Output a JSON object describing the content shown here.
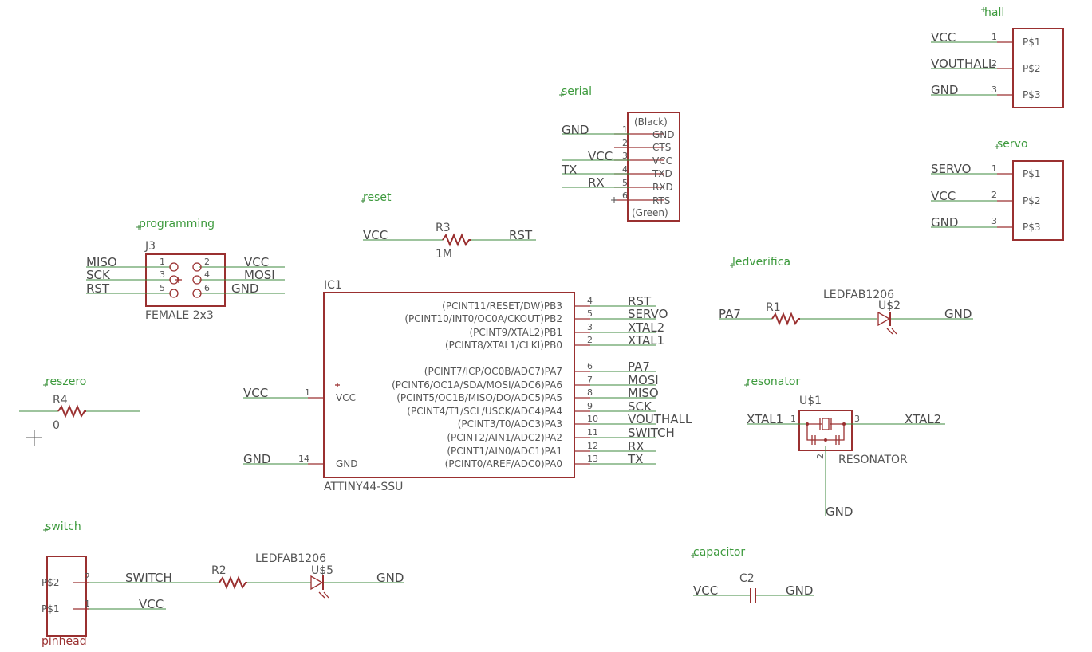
{
  "schematic": {
    "groups": {
      "hall": "hall",
      "serial": "serial",
      "servo": "servo",
      "reset": "reset",
      "programming": "programming",
      "ledverifica": "ledverifica",
      "reszero": "reszero",
      "resonator": "resonator",
      "switch": "switch",
      "capacitor": "capacitor"
    },
    "hall": {
      "nets": [
        "VCC",
        "VOUTHALL",
        "GND"
      ],
      "pin_numbers": [
        "1",
        "2",
        "3"
      ],
      "pins": [
        "P$1",
        "P$2",
        "P$3"
      ]
    },
    "servo": {
      "nets": [
        "SERVO",
        "VCC",
        "GND"
      ],
      "pin_numbers": [
        "1",
        "2",
        "3"
      ],
      "pins": [
        "P$1",
        "P$2",
        "P$3"
      ]
    },
    "serial": {
      "top_label": "(Black)",
      "bottom_label": "(Green)",
      "pins": [
        "GND",
        "CTS",
        "VCC",
        "TXD",
        "RXD",
        "RTS"
      ],
      "pin_numbers": [
        "1",
        "2",
        "3",
        "4",
        "5",
        "6"
      ],
      "nets": [
        "GND",
        "VCC",
        "TX",
        "RX"
      ]
    },
    "reset": {
      "net_left": "VCC",
      "net_right": "RST",
      "ref": "R3",
      "value": "1M"
    },
    "programming": {
      "ref": "J3",
      "value": "FEMALE 2x3",
      "left_nets": [
        "MISO",
        "SCK",
        "RST"
      ],
      "right_nets": [
        "VCC",
        "MOSI",
        "GND"
      ],
      "left_pins": [
        "1",
        "3",
        "5"
      ],
      "right_pins": [
        "2",
        "4",
        "6"
      ]
    },
    "ic1": {
      "ref": "IC1",
      "value": "ATTINY44-SSU",
      "vcc_label": "VCC",
      "gnd_label": "GND",
      "vcc_net": "VCC",
      "gnd_net": "GND",
      "vcc_pin": "1",
      "gnd_pin": "14",
      "right_pins": [
        {
          "name": "(PCINT11/RESET/DW)PB3",
          "num": "4",
          "net": "RST"
        },
        {
          "name": "(PCINT10/INT0/OC0A/CKOUT)PB2",
          "num": "5",
          "net": "SERVO"
        },
        {
          "name": "(PCINT9/XTAL2)PB1",
          "num": "3",
          "net": "XTAL2"
        },
        {
          "name": "(PCINT8/XTAL1/CLKI)PB0",
          "num": "2",
          "net": "XTAL1"
        },
        {
          "name": "(PCINT7/ICP/OC0B/ADC7)PA7",
          "num": "6",
          "net": "PA7"
        },
        {
          "name": "(PCINT6/OC1A/SDA/MOSI/ADC6)PA6",
          "num": "7",
          "net": "MOSI"
        },
        {
          "name": "(PCINT5/OC1B/MISO/DO/ADC5)PA5",
          "num": "8",
          "net": "MISO"
        },
        {
          "name": "(PCINT4/T1/SCL/USCK/ADC4)PA4",
          "num": "9",
          "net": "SCK"
        },
        {
          "name": "(PCINT3/T0/ADC3)PA3",
          "num": "10",
          "net": "VOUTHALL"
        },
        {
          "name": "(PCINT2/AIN1/ADC2)PA2",
          "num": "11",
          "net": "SWITCH"
        },
        {
          "name": "(PCINT1/AIN0/ADC1)PA1",
          "num": "12",
          "net": "RX"
        },
        {
          "name": "(PCINT0/AREF/ADC0)PA0",
          "num": "13",
          "net": "TX"
        }
      ]
    },
    "ledverifica": {
      "net_left": "PA7",
      "net_right": "GND",
      "resistor": "R1",
      "led_value": "LEDFAB1206",
      "led_ref": "U$2"
    },
    "reszero": {
      "ref": "R4",
      "value": "0"
    },
    "resonator": {
      "ref": "U$1",
      "value": "RESONATOR",
      "net_left": "XTAL1",
      "net_right": "XTAL2",
      "net_bottom": "GND",
      "pin_left": "1",
      "pin_right": "3",
      "pin_bottom": "2"
    },
    "switch": {
      "header_label": "pinhead",
      "pins": [
        "P$2",
        "P$1"
      ],
      "pin_numbers": [
        "2",
        "1"
      ],
      "nets": [
        "SWITCH",
        "VCC",
        "GND"
      ],
      "resistor": "R2",
      "led_value": "LEDFAB1206",
      "led_ref": "U$5"
    },
    "capacitor": {
      "ref": "C2",
      "net_left": "VCC",
      "net_right": "GND"
    }
  }
}
